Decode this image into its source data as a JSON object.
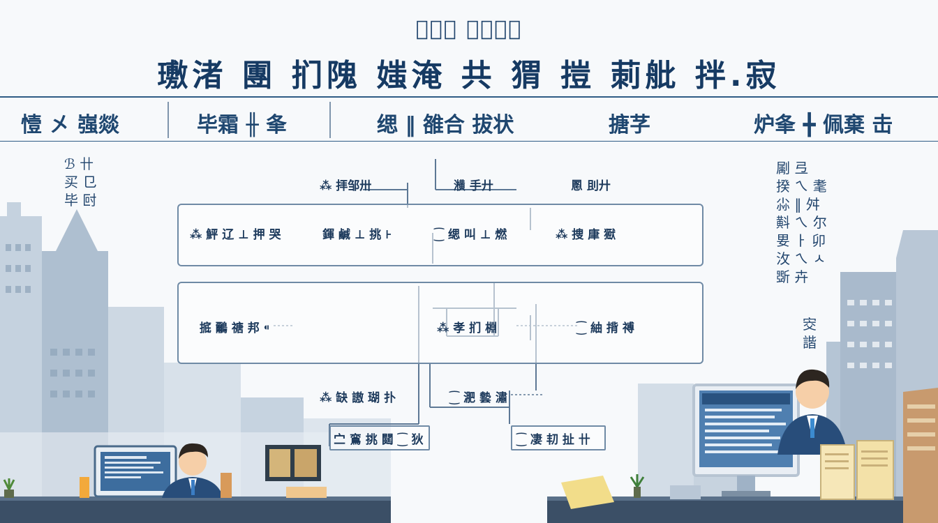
{
  "header": {
    "top_title": "𨑰址瞷 糸鬷牌菠",
    "main_title": "璷渚 團 扪隗 媸淹 共 猬 㨟 莿舭 拌.寂"
  },
  "categories": [
    "㦉 㐅 嵹燚",
    "毕霜 ╫ 夆",
    "缌 ‖ 雒合 拔状",
    "搪芓",
    "炉夆 ╋ 佩棄 击"
  ],
  "side_left": "ℬ 卄\n买 㔾\n毕 尀",
  "side_right": "㔉 弖\n揆 ㄟ 耄\n尛 ‖ 舛\n斢 ㄟ 尔\n㚻 ㅏ 卯\n㳊 ㄟ ㅅ\n斲 卉",
  "side_right_2": "㝔\n諧",
  "diagram": {
    "top_labels": [
      "⁂ 拝邹卅",
      "㶇 手廾",
      "慁 刞廾"
    ],
    "row1": [
      "⁂ 鮃 辽 ⊥ 押 哭",
      "鍕 鹹 ⊥ 挑 ⊦",
      "⁐ 缌 叫 ⊥ 燃",
      "⁂ 捜 㡽 㺇"
    ],
    "row2": [
      "掋 鸍 禟 邦 ⁌",
      "⁂ 孝 扪 棩",
      "⁐ 紬 揹 禣"
    ],
    "row3": [
      "⁂ 缺 謸 瑚 扑",
      "⁐ 淝 㙯 潚"
    ],
    "row4": [
      "㝉 鵉 挑 閮 ⁐ 狄",
      "⁐ 凄 㓞 扯 卄"
    ]
  },
  "colors": {
    "accent": "#1f4770",
    "rule": "#2f5b85",
    "box_border": "#6f8aa5",
    "skyline": "#b9c7d6"
  },
  "icons": [
    "monitor-icon",
    "person-icon",
    "desk-icon",
    "document-stack-icon",
    "plant-icon"
  ]
}
